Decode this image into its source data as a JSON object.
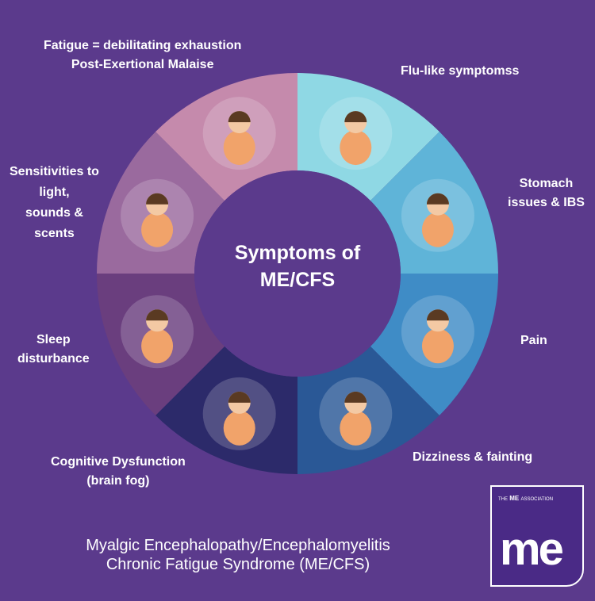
{
  "center": {
    "line1": "Symptoms of",
    "line2": "ME/CFS"
  },
  "segments": [
    {
      "id": "flu",
      "lines": [
        "Flu-like symptomss"
      ],
      "color": "#8fd8e4"
    },
    {
      "id": "stomach",
      "lines": [
        "Stomach",
        "issues & IBS"
      ],
      "color": "#5fb4d8"
    },
    {
      "id": "pain",
      "lines": [
        "Pain"
      ],
      "color": "#3f8cc6"
    },
    {
      "id": "dizzy",
      "lines": [
        "Dizziness & fainting"
      ],
      "color": "#2a5896"
    },
    {
      "id": "cognitive",
      "lines": [
        "Cognitive Dysfunction",
        "(brain fog)"
      ],
      "color": "#2c2a6a"
    },
    {
      "id": "sleep",
      "lines": [
        "Sleep",
        "disturbance"
      ],
      "color": "#6a3e7e"
    },
    {
      "id": "sensitivities",
      "lines": [
        "Sensitivities to",
        "light,",
        "sounds &",
        "scents"
      ],
      "color": "#9a6a9e"
    },
    {
      "id": "fatigue",
      "lines": [
        "Fatigue = debilitating exhaustion",
        "Post-Exertional Malaise"
      ],
      "color": "#c58aac"
    }
  ],
  "footer": {
    "line1": "Myalgic Encephalopathy/Encephalomyelitis",
    "line2": "Chronic Fatigue Syndrome (ME/CFS)"
  },
  "logo": {
    "the": "THE",
    "me": "ME",
    "association": "ASSOCIATION",
    "mark": "me"
  }
}
